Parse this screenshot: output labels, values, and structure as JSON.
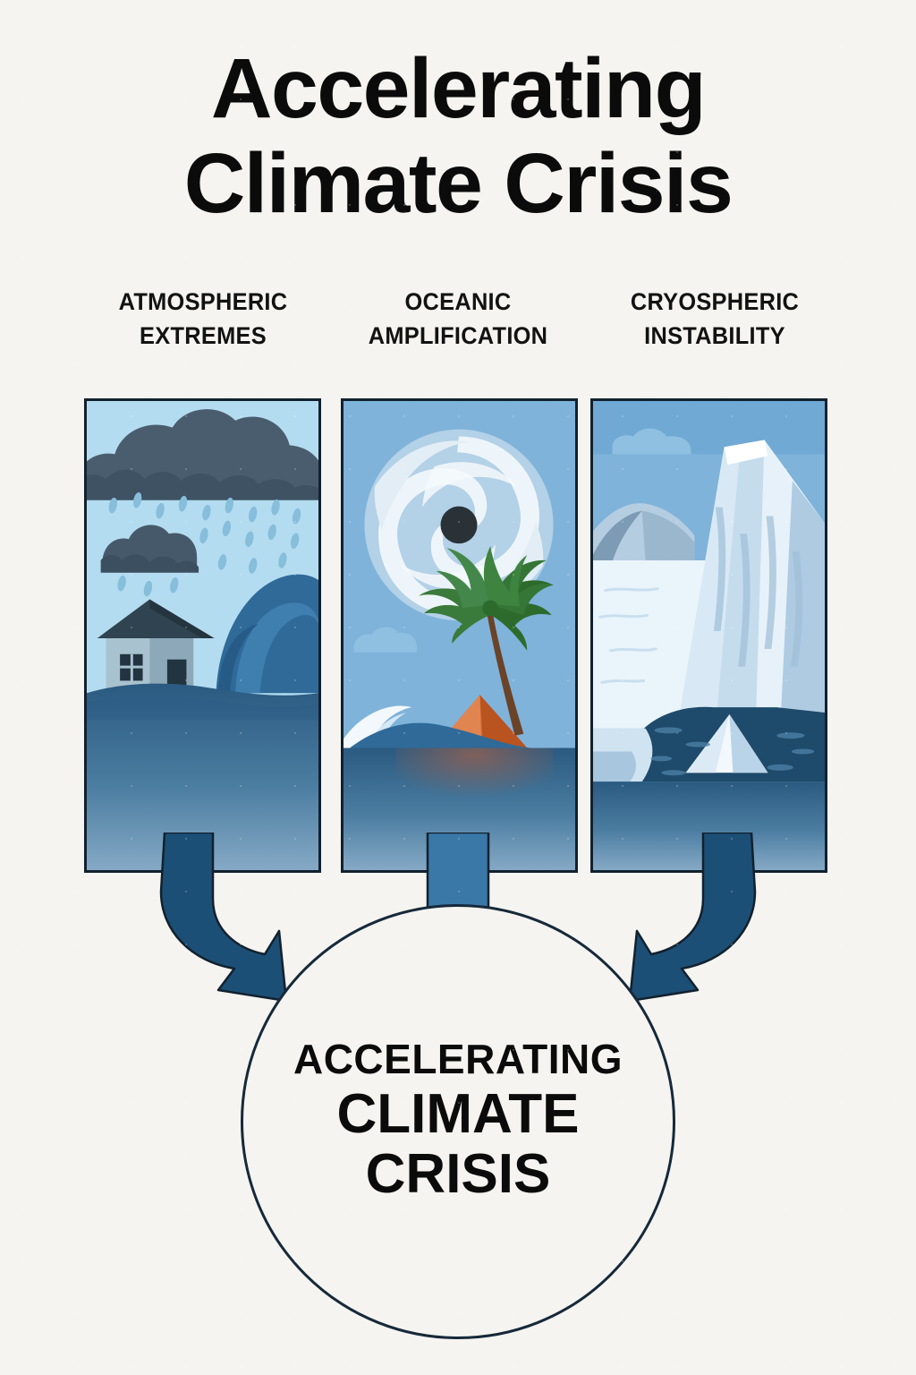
{
  "poster": {
    "title": "Accelerating\nClimate Crisis",
    "background_color": "#f5f4f0",
    "text_color": "#0b0b0b"
  },
  "columns": [
    {
      "id": "atmospheric",
      "heading": "ATMOSPHERIC\nEXTREMES",
      "scene": "storm-clouds-rain-flooded-house-wave",
      "elements": [
        "storm-cloud",
        "small-cloud",
        "raindrops",
        "house",
        "breaking-wave",
        "floodwater"
      ]
    },
    {
      "id": "oceanic",
      "heading": "OCEANIC\nAMPLIFICATION",
      "scene": "hurricane-spiral-island-palm-wave",
      "elements": [
        "hurricane-spiral",
        "hurricane-eye",
        "palm-tree",
        "island",
        "cresting-wave",
        "ocean"
      ]
    },
    {
      "id": "cryospheric",
      "heading": "CRYOSPHERIC\nINSTABILITY",
      "scene": "glacier-iceberg-calving",
      "elements": [
        "ice-cliff",
        "ice-shelf",
        "distant-mountain",
        "iceberg",
        "meltwater",
        "cloud"
      ]
    }
  ],
  "hub": {
    "line1": "ACCELERATING",
    "line2": "CLIMATE",
    "line3": "CRISIS"
  },
  "arrows": [
    {
      "id": "left",
      "direction": "curve-down-right",
      "color": "#1c4f76"
    },
    {
      "id": "center",
      "direction": "straight-down",
      "color": "#3a78a8"
    },
    {
      "id": "right",
      "direction": "curve-down-left",
      "color": "#1c4f76"
    }
  ],
  "palette": {
    "sky": "#b4dcf0",
    "sky_alt": "#7fb3da",
    "cloud_dark": "#475a6b",
    "cloud_darker": "#3c4e5e",
    "water_deep": "#2b5a80",
    "water_shallow": "#7ea6c4",
    "wave": "#2f6a99",
    "ice_white": "#f2f8fc",
    "ice_pale": "#c5dcec",
    "ice_mid": "#8fb4d0",
    "ice_water": "#1e4a6b",
    "palm_green": "#3a7a3a",
    "palm_green_dark": "#2d6b2d",
    "trunk_brown": "#6b4328",
    "island_orange": "#d4652f",
    "island_orange_light": "#e08550",
    "hurricane_eye": "#2a3238",
    "arrow_dark": "#1c4f76",
    "arrow_mid": "#3a78a8",
    "outline": "#12212e"
  }
}
